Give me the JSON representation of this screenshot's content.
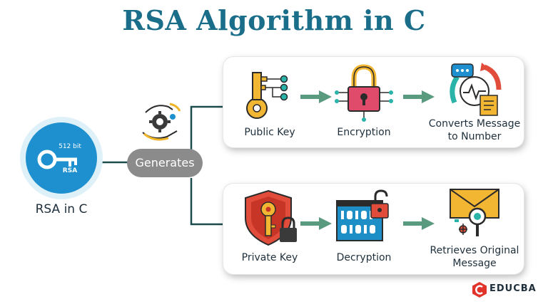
{
  "title": "RSA Algorithm in C",
  "source": {
    "label": "RSA in C",
    "badge_top": "512 bit",
    "badge_bottom": "RSA",
    "icon": "key-icon"
  },
  "hub": {
    "label": "Generates",
    "icon": "gear-hands-icon"
  },
  "public_flow": [
    {
      "label": "Public Key",
      "icon": "key-network-icon"
    },
    {
      "label": "Encryption",
      "icon": "padlock-circuit-icon"
    },
    {
      "label_line1": "Converts Message",
      "label_line2": "to Number",
      "icon": "chat-document-icon"
    }
  ],
  "private_flow": [
    {
      "label": "Private Key",
      "icon": "shield-key-icon"
    },
    {
      "label": "Decryption",
      "icon": "binary-screen-unlock-icon"
    },
    {
      "label_line1": "Retrieves Original",
      "label_line2": "Message",
      "icon": "envelope-magnifier-icon"
    }
  ],
  "brand": {
    "name": "EDUCBA",
    "icon": "educba-logo-icon"
  },
  "colors": {
    "title": "#1a6e8a",
    "accent_blue": "#1e90cf",
    "arrow_green": "#5a9a7e",
    "connector": "#1b4b4b",
    "pill_gray": "#8b8b8b",
    "brand_red": "#e0342b"
  }
}
